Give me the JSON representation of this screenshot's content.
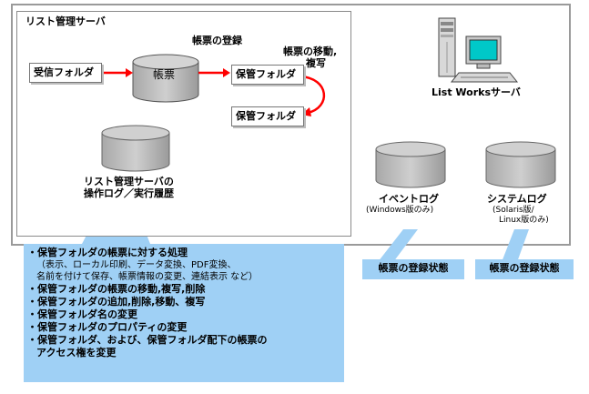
{
  "inner_title": "リスト管理サーバ",
  "register_label": "帳票の登録",
  "move_copy_label": [
    "帳票の移動,",
    "複写"
  ],
  "receive_folder": "受信フォルダ",
  "forms_db": "帳票",
  "save_folder_1": "保管フォルダ",
  "save_folder_2": "保管フォルダ",
  "oplog_label": [
    "リスト管理サーバの",
    "操作ログ／実行履歴"
  ],
  "server_label": "List Worksサーバ",
  "event_log": {
    "title": "イベントログ",
    "sub": "(Windows版のみ)"
  },
  "system_log": {
    "title": "システムログ",
    "sub": [
      "(Solaris版/",
      "Linux版のみ)"
    ]
  },
  "status_left": "帳票の登録状態",
  "status_right": "帳票の登録状態",
  "operations": [
    {
      "text": "・保管フォルダの帳票に対する処理",
      "sub": [
        "（表示、ローカル印刷、データ変換、PDF変換、",
        "名前を付けて保存、帳票情報の変更、連結表示 など）"
      ]
    },
    {
      "text": "・保管フォルダの帳票の移動,複写,削除"
    },
    {
      "text": "・保管フォルダの追加,削除,移動、複写"
    },
    {
      "text": "・保管フォルダ名の変更"
    },
    {
      "text": "・保管フォルダのプロパティの変更"
    },
    {
      "text": "・保管フォルダ、および、保管フォルダ配下の帳票の",
      "cont": "アクセス権を変更"
    }
  ],
  "colors": {
    "callout": "#9fd0f5",
    "arrow": "#ff0000",
    "cylinder": "#b8b8b8",
    "frame": "#9a9a9a"
  }
}
